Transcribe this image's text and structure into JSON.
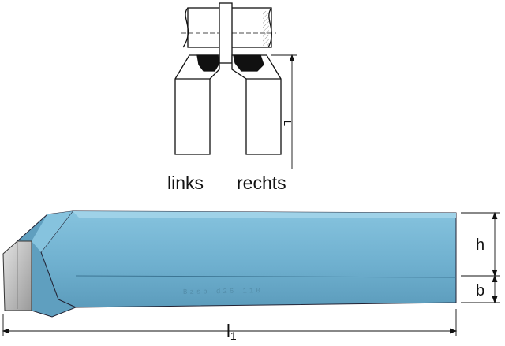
{
  "top_view": {
    "left_label": "links",
    "right_label": "rechts",
    "length_label": "L"
  },
  "side_view": {
    "height_label": "h",
    "width_label": "b",
    "length_label": "l",
    "length_subscript": "1",
    "shank_marking": "Bzsp  d26  110"
  },
  "colors": {
    "tool_body": "#6fb0cf",
    "tool_top_face": "#86c3de",
    "tool_shadow_face": "#4e8cab",
    "carbide_tip": "#c9c9c9",
    "line": "#111111"
  }
}
